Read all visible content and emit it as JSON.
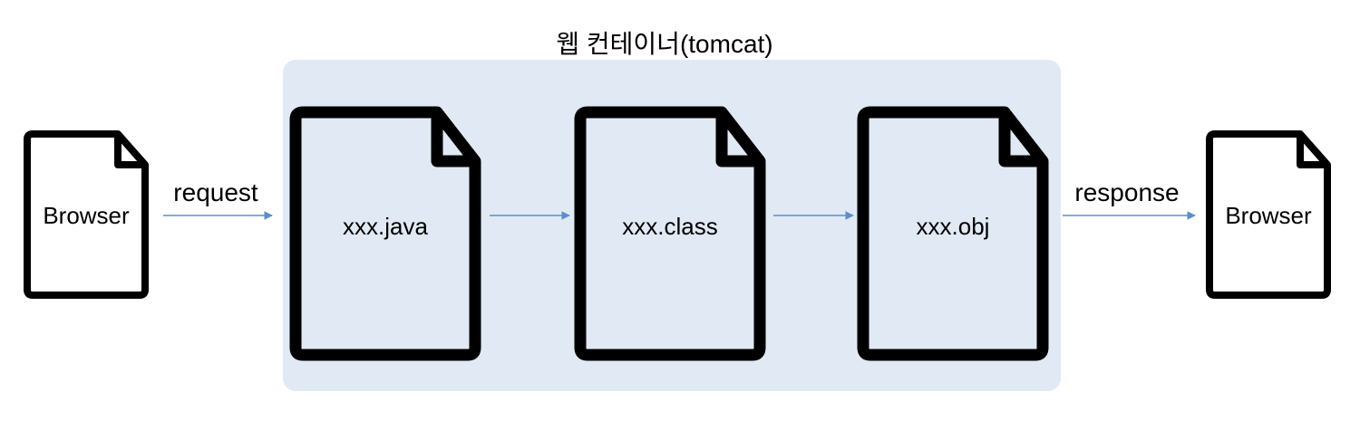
{
  "colors": {
    "background": "#ffffff",
    "container_fill": "#e1eaf4",
    "doc_stroke": "#000000",
    "doc_fill": "#ffffff",
    "arrow": "#5b8fc7"
  },
  "container": {
    "title": "웹 컨테이너(tomcat)"
  },
  "client": {
    "label": "Browser",
    "icon": "document-icon"
  },
  "request": {
    "label": "request"
  },
  "stages": [
    {
      "label": "xxx.java",
      "icon": "document-icon"
    },
    {
      "label": "xxx.class",
      "icon": "document-icon"
    },
    {
      "label": "xxx.obj",
      "icon": "document-icon"
    }
  ],
  "response": {
    "label": "response"
  },
  "result": {
    "label": "Browser",
    "icon": "document-icon"
  }
}
